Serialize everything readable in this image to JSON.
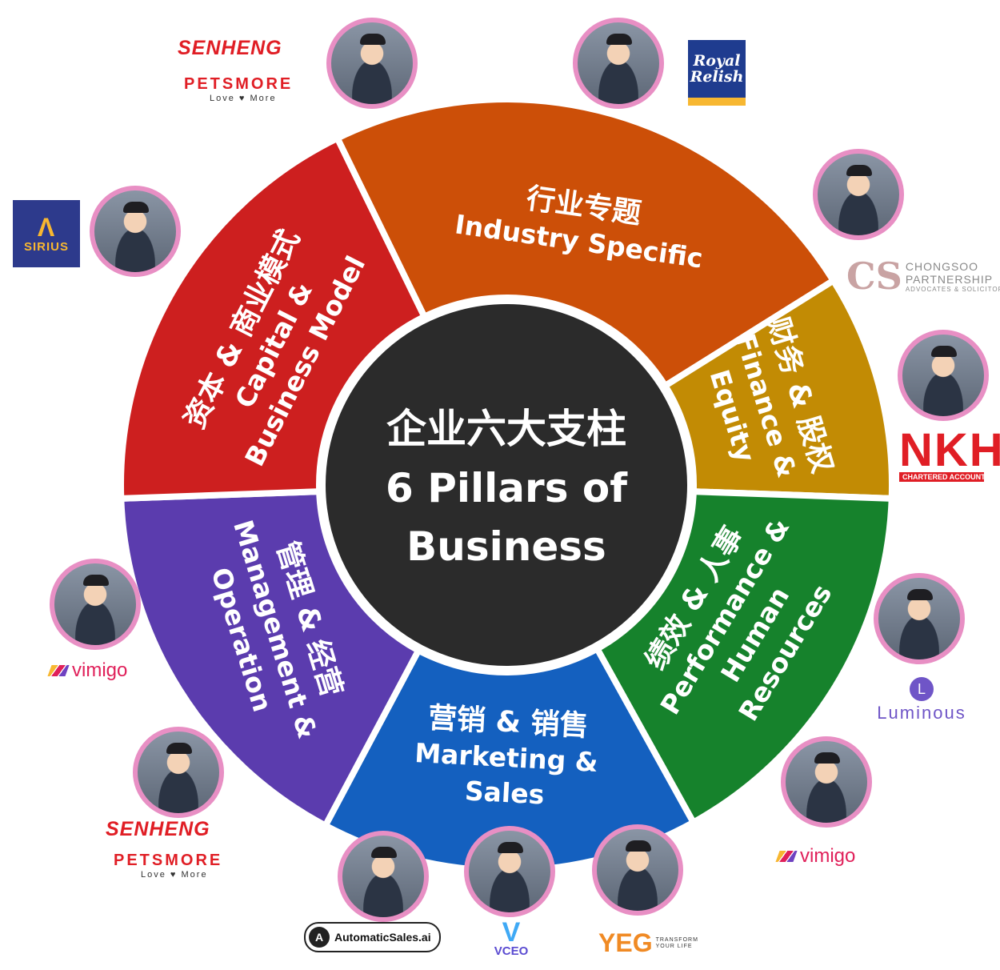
{
  "center": {
    "line1": "企业六大支柱",
    "line2": "6 Pillars of",
    "line3": "Business"
  },
  "pillars": [
    {
      "cn": "行业专题",
      "en1": "Industry Specific",
      "en2": "",
      "en3": "",
      "color": "#cc4f08"
    },
    {
      "cn": "财务 & 股权",
      "en1": "Finance &",
      "en2": "Equity",
      "en3": "",
      "color": "#c28b04"
    },
    {
      "cn": "绩效 & 人事",
      "en1": "Performance &",
      "en2": "Human",
      "en3": "Resources",
      "color": "#16822c"
    },
    {
      "cn": "营销 & 销售",
      "en1": "Marketing &",
      "en2": "Sales",
      "en3": "",
      "color": "#1460bf"
    },
    {
      "cn": "管理 & 经营",
      "en1": "Management &",
      "en2": "Operation",
      "en3": "",
      "color": "#5b3cae"
    },
    {
      "cn": "资本 & 商业模式",
      "en1": "Capital &",
      "en2": "Business Model",
      "en3": "",
      "color": "#cd1f1f"
    }
  ],
  "center_color": "#2b2b2b",
  "avatar_ring_color": "#e88fc4",
  "logos": {
    "senheng": "SENHENG",
    "petsmore": "PETSMORE",
    "petsmore_tagline": "Love ♥ More",
    "royal_relish_1": "Royal",
    "royal_relish_2": "Relish",
    "sirius_mark": "Λ",
    "sirius": "SIRIUS",
    "cs_mark": "CS",
    "cs_name_1": "CHONGSOO",
    "cs_name_2": "PARTNERSHIP",
    "cs_sub": "ADVOCATES & SOLICITORS",
    "nkh": "NKH",
    "nkh_sub": "CHARTERED ACCOUNTANTS",
    "vimigo": "vimigo",
    "luminous_mark": "L",
    "luminous": "Luminous",
    "automaticsales_mark": "A",
    "automaticsales": "AutomaticSales.ai",
    "vceo_mark": "V",
    "vceo": "VCEO",
    "yeg": "YEG",
    "yeg_sub_1": "TRANSFORM",
    "yeg_sub_2": "YOUR LIFE"
  }
}
